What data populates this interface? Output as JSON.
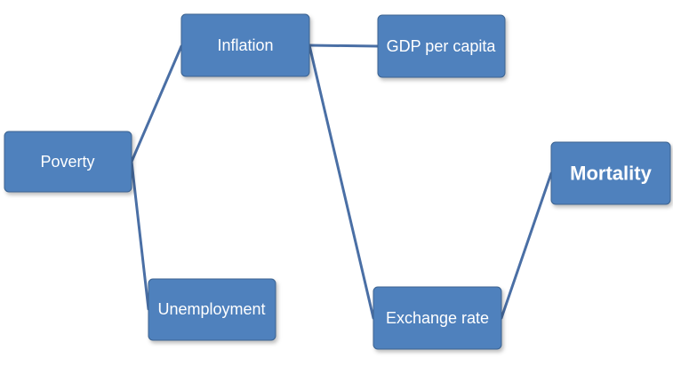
{
  "nodes": {
    "poverty": "Poverty",
    "inflation": "Inflation",
    "gdp": "GDP per capita",
    "unemployment": "Unemployment",
    "exchange": "Exchange rate",
    "mortality": "Mortality"
  },
  "colors": {
    "box_fill": "#4f81bd",
    "box_border": "#3c6491",
    "connector": "#4a6fa5",
    "label": "#ffffff"
  }
}
